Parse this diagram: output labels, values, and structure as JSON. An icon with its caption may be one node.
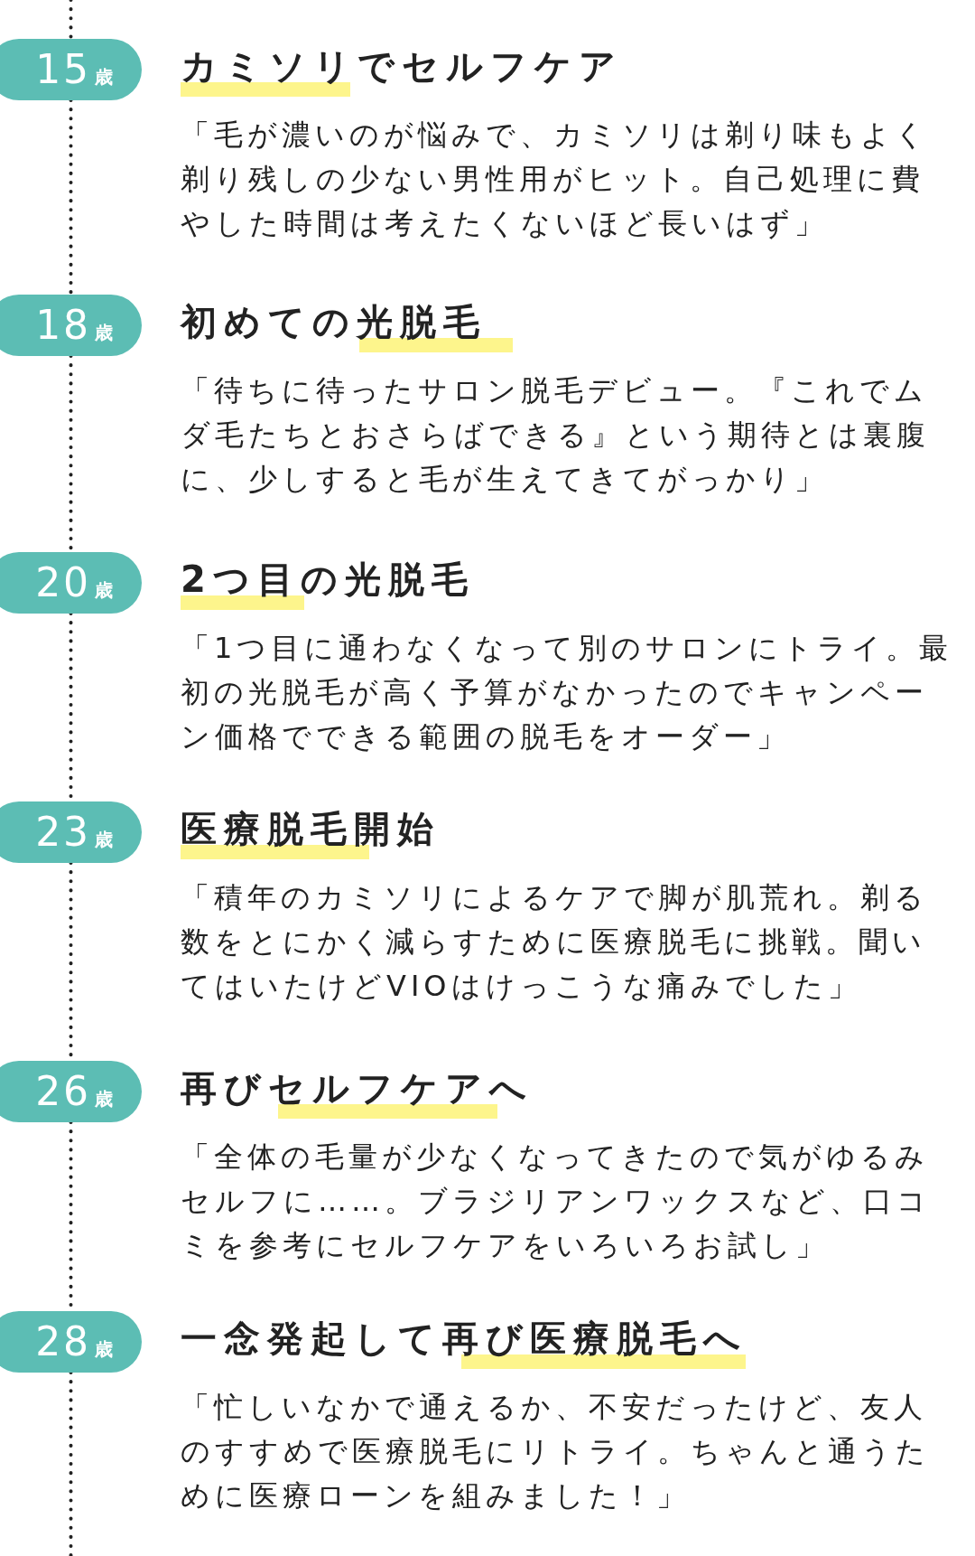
{
  "diagram": {
    "nodes": [
      {
        "text": [
          "15",
          "歳"
        ]
      },
      {
        "text": [
          "カミソリでセルフケア",
          "「毛が濃いのが悩みで、カミソリは剃り味もよく剃り残しの少ない男性用がヒット。自己処理に費やした時間は考えたくないほど長いはず」"
        ]
      },
      {
        "text": [
          "18",
          "歳"
        ]
      },
      {
        "text": [
          "初めての光脱毛",
          "「待ちに待ったサロン脱毛デビュー。『これでムダ毛たちとおさらばできる』という期待とは裏腹に、少しすると毛が生えてきてがっかり」"
        ]
      },
      {
        "text": [
          "20",
          "歳"
        ]
      },
      {
        "text": [
          "2つ目の光脱毛",
          "「1つ目に通わなくなって別のサロンにトライ。最初の光脱毛が高く予算がなかったのでキャンペーン価格でできる範囲の脱毛をオーダー」"
        ]
      },
      {
        "text": [
          "23",
          "歳"
        ]
      },
      {
        "text": [
          "医療脱毛開始",
          "「積年のカミソリによるケアで脚が肌荒れ。剃る数をとにかく減らすために医療脱毛に挑戦。聞いてはいたけどVIOはけっこうな痛みでした」"
        ]
      },
      {
        "text": [
          "26",
          "歳"
        ]
      },
      {
        "text": [
          "再びセルフケアへ",
          "「全体の毛量が少なくなってきたので気がゆるみセルフに……。ブラジリアンワックスなど、口コミを参考にセルフケアをいろいろお試し」"
        ]
      },
      {
        "text": [
          "28",
          "歳"
        ]
      },
      {
        "text": [
          "一念発起して再び医療脱毛へ",
          "「忙しいなかで通えるか、不安だったけど、友人のすすめで医療脱毛にリトライ。ちゃんと通うために医療ローンを組みました！」"
        ]
      }
    ],
    "edges": [
      {
        "from": null,
        "to": 0,
        "arrow": "none",
        "style": "dashed"
      },
      {
        "from": 0,
        "to": 2,
        "arrow": "none",
        "style": "dashed"
      },
      {
        "from": 2,
        "to": 4,
        "arrow": "none",
        "style": "dashed"
      },
      {
        "from": 4,
        "to": 6,
        "arrow": "none",
        "style": "dashed"
      },
      {
        "from": 6,
        "to": 8,
        "arrow": "none",
        "style": "dashed"
      },
      {
        "from": 8,
        "to": 10,
        "arrow": "none",
        "style": "dashed"
      },
      {
        "from": 10,
        "to": null,
        "arrow": "none",
        "style": "dashed"
      }
    ]
  }
}
